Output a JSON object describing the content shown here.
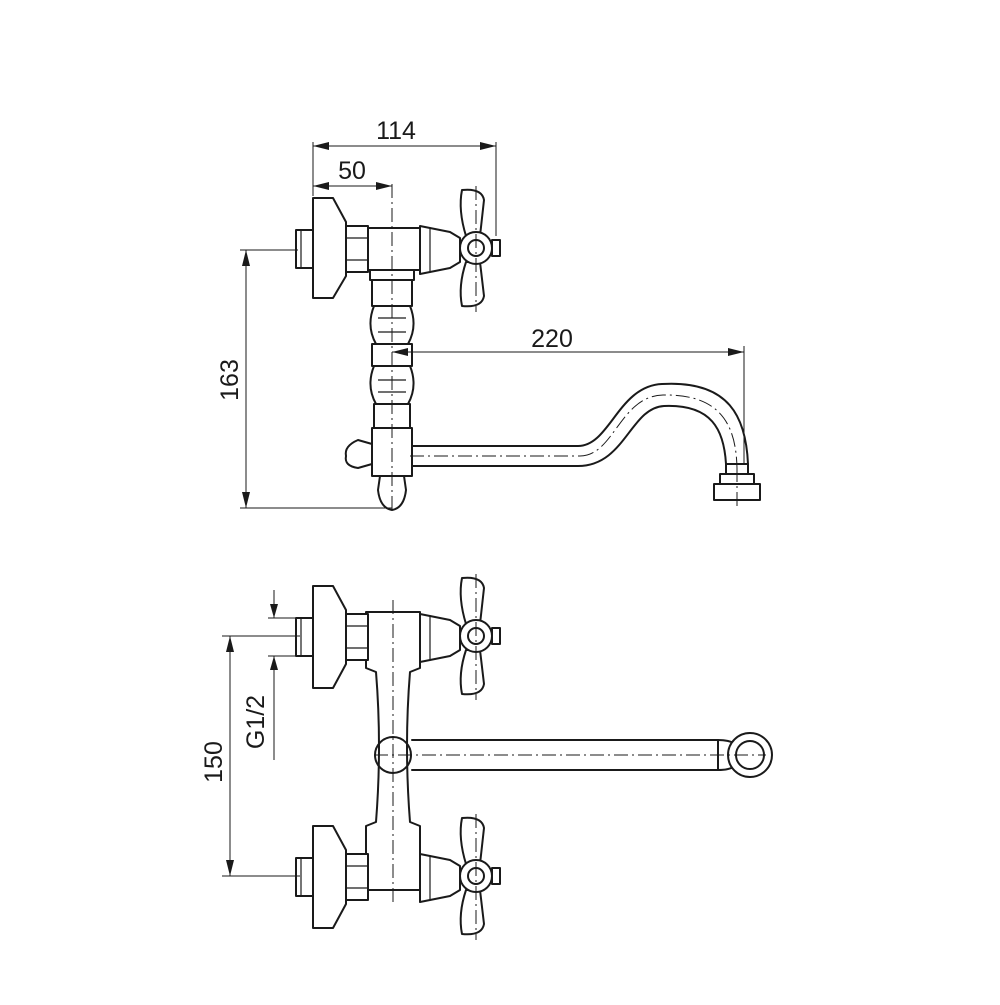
{
  "dimensions": {
    "width_total": "114",
    "width_axis": "50",
    "spout_reach": "220",
    "height_side": "163",
    "center_distance": "150",
    "thread": "G1/2"
  }
}
